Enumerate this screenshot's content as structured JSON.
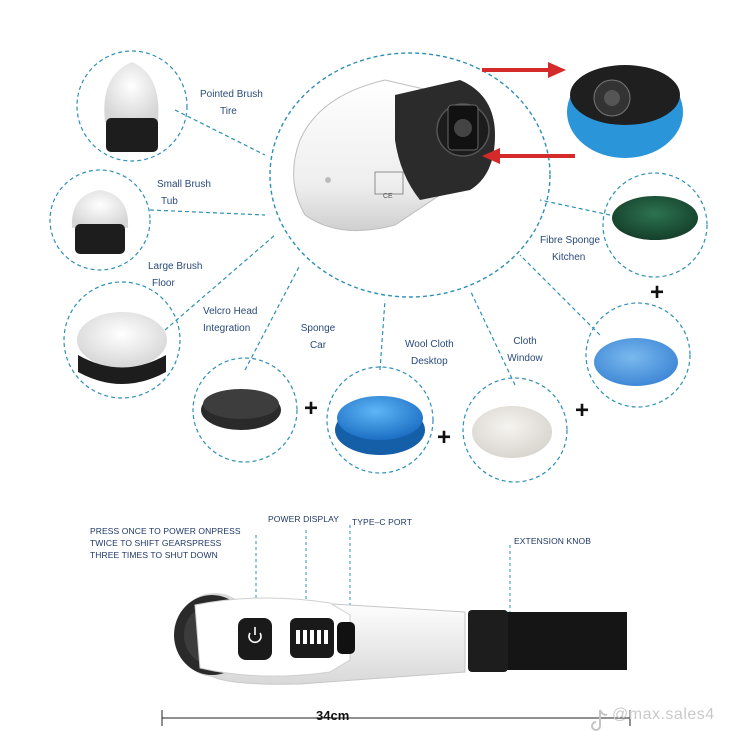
{
  "attachments": {
    "pointed_brush": [
      "Pointed Brush",
      "Tire"
    ],
    "small_brush": [
      "Small Brush",
      "Tub"
    ],
    "large_brush": [
      "Large Brush",
      "Floor"
    ],
    "velcro_head": [
      "Velcro Head",
      "Integration"
    ],
    "sponge": [
      "Sponge",
      "Car"
    ],
    "wool_cloth": [
      "Wool Cloth",
      "Desktop"
    ],
    "cloth": [
      "Cloth",
      "Window"
    ],
    "fibre_sponge": [
      "Fibre Sponge",
      "Kitchen"
    ]
  },
  "plus_symbol": "+",
  "device": {
    "power_button_caption": [
      "PRESS ONCE TO POWER ONPRESS",
      "TWICE TO SHIFT GEARSPRESS",
      "THREE TIMES TO SHUT DOWN"
    ],
    "power_display_label": "POWER DISPLAY",
    "type_c_label": "TYPE–C PORT",
    "extension_knob_label": "EXTENSION KNOB",
    "length": "34cm",
    "battery_level": 1.0
  },
  "watermark": "@max.sales4",
  "colors": {
    "dashed_line": "#2e8fb5",
    "arrow": "#d42a2a",
    "label_text": "#2a4a7a",
    "sponge_blue": "#2f8fe0",
    "fibre_green": "#1f5a3b"
  },
  "icons": [
    "power-icon",
    "tiktok-icon",
    "plus-icon",
    "arrow-right-icon",
    "arrow-left-icon"
  ]
}
